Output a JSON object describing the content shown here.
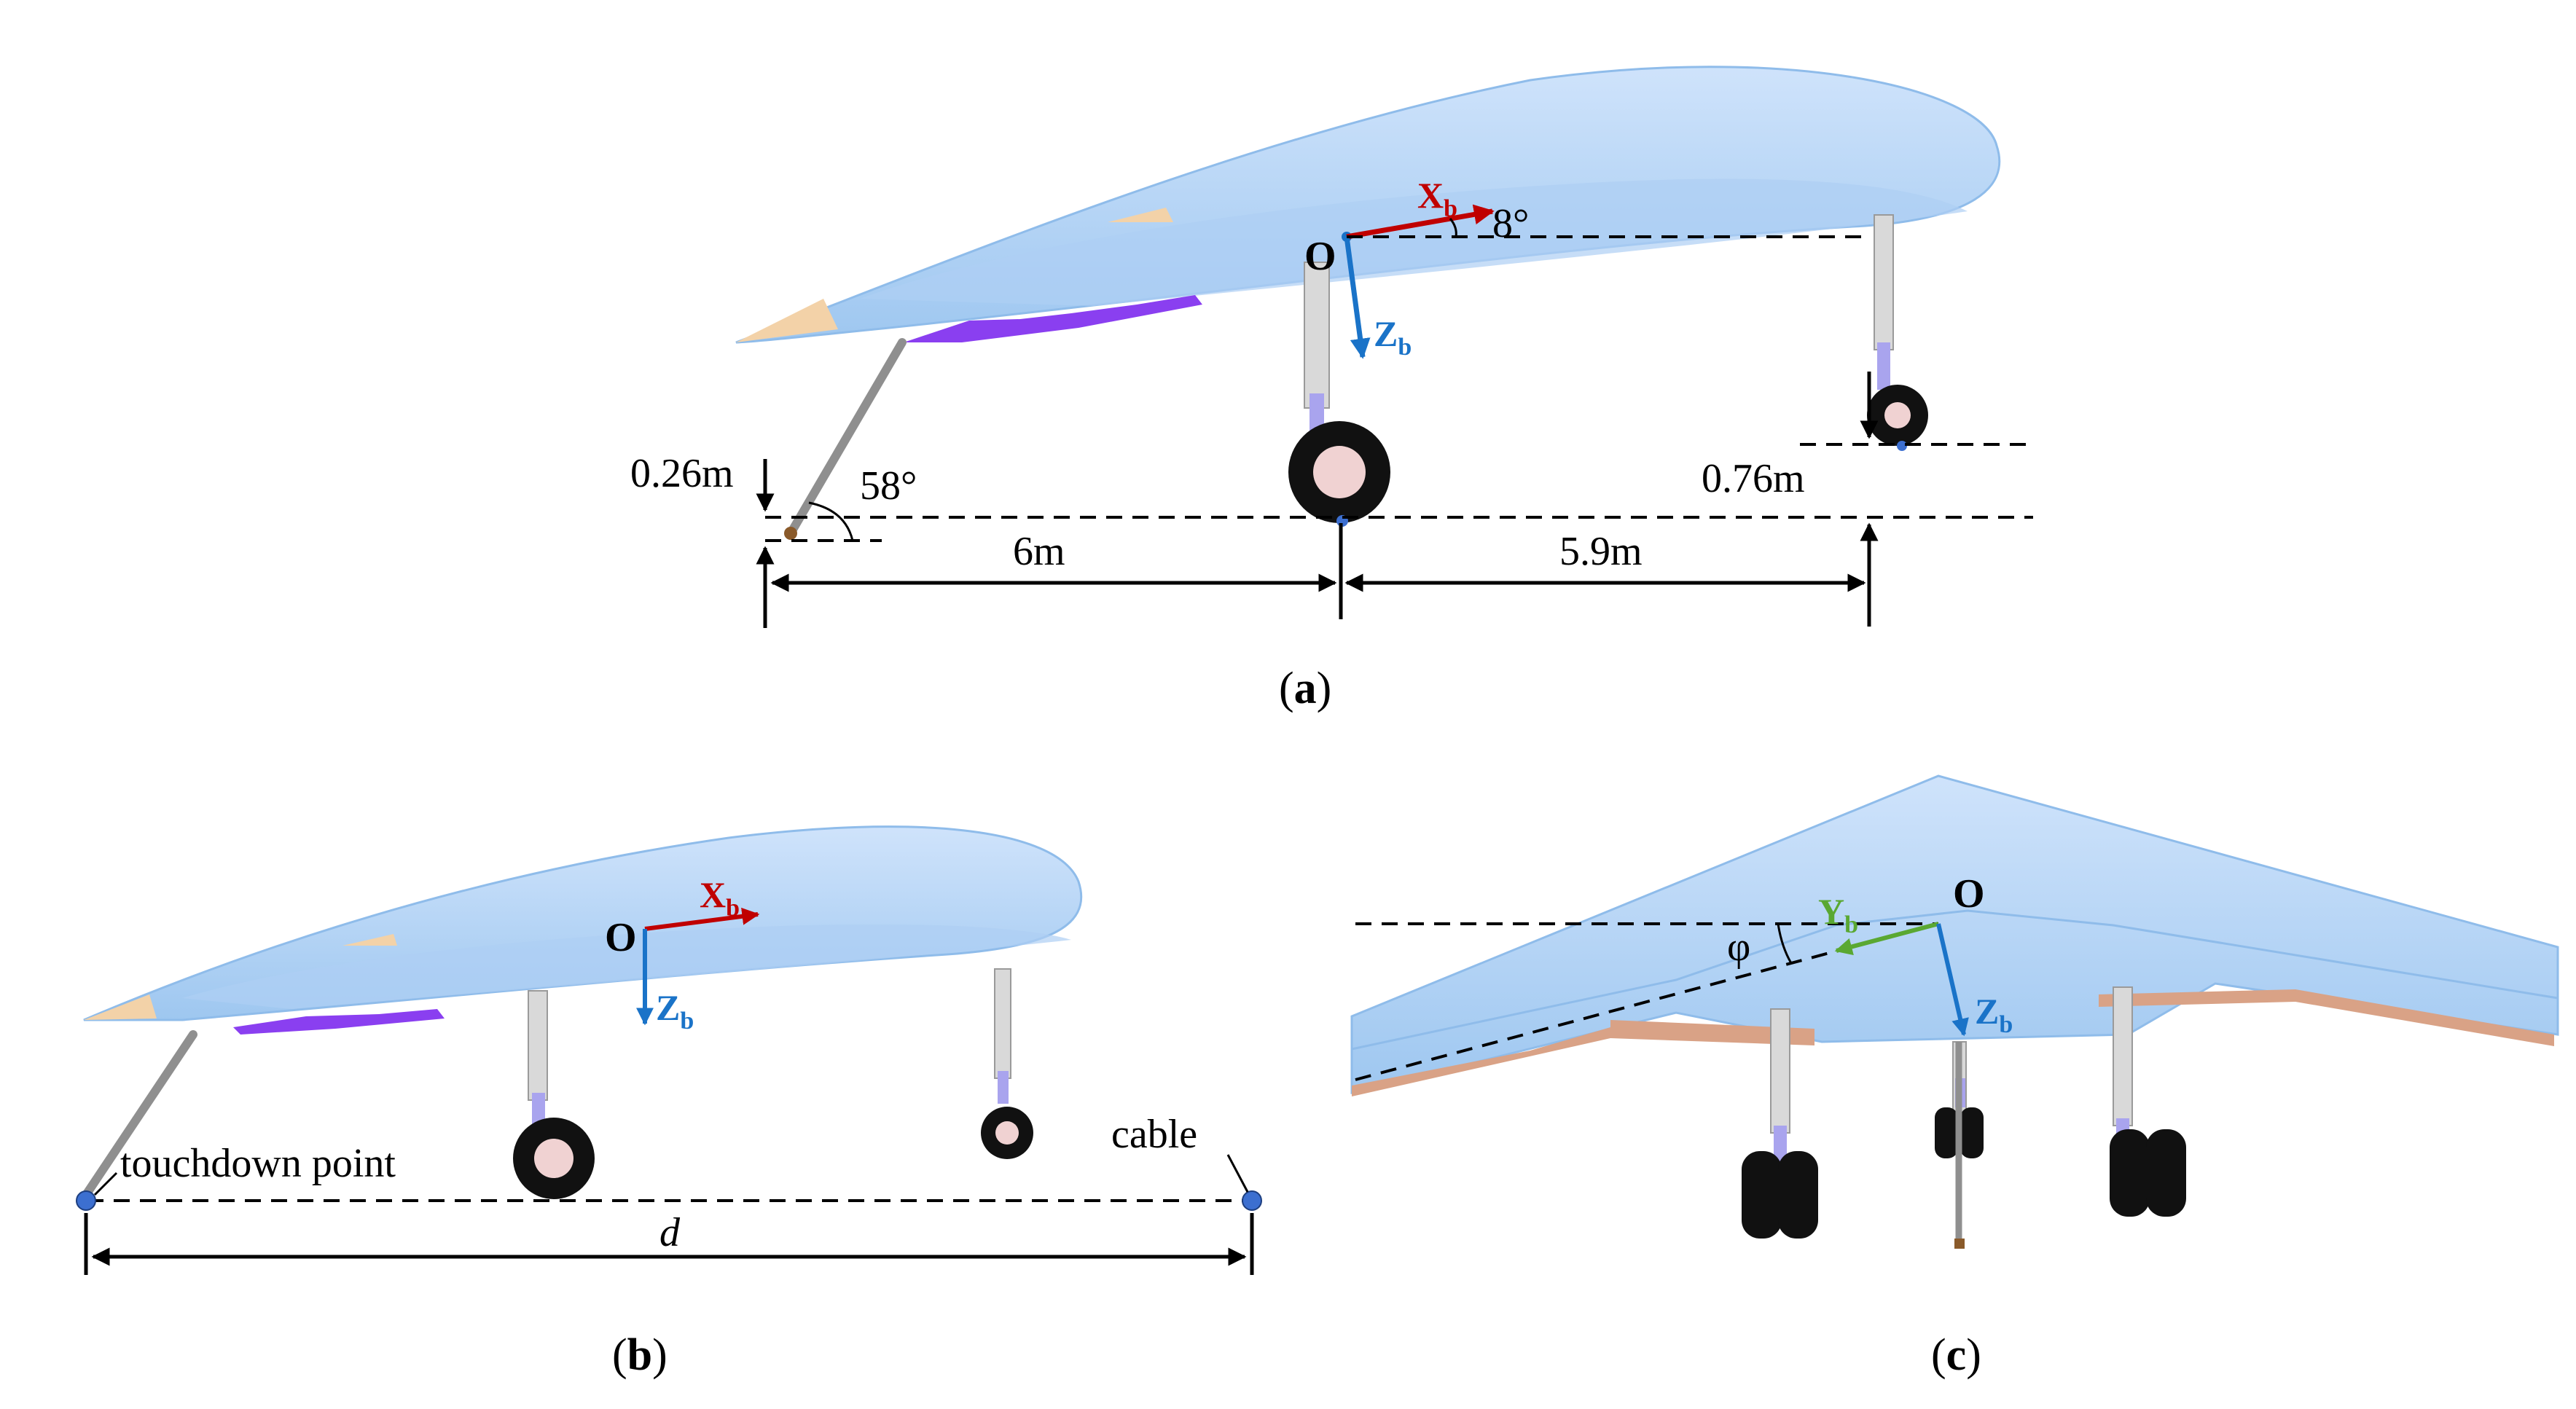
{
  "panel_a": {
    "caption_open": "(",
    "caption_letter": "a",
    "caption_close": ")",
    "origin_label": "O",
    "axis_x_label": "X",
    "axis_x_sub": "b",
    "axis_z_label": "Z",
    "axis_z_sub": "b",
    "pitch_angle": "8°",
    "tail_angle": "58°",
    "tail_height": "0.26m",
    "nose_height": "0.76m",
    "dist_tail_to_main": "6m",
    "dist_main_to_nose": "5.9m"
  },
  "panel_b": {
    "caption_open": "(",
    "caption_letter": "b",
    "caption_close": ")",
    "origin_label": "O",
    "axis_x_label": "X",
    "axis_x_sub": "b",
    "axis_z_label": "Z",
    "axis_z_sub": "b",
    "touchdown_label": "touchdown point",
    "cable_label": "cable",
    "distance_label": "d"
  },
  "panel_c": {
    "caption_open": "(",
    "caption_letter": "c",
    "caption_close": ")",
    "origin_label": "O",
    "axis_y_label": "Y",
    "axis_y_sub": "b",
    "axis_z_label": "Z",
    "axis_z_sub": "b",
    "roll_angle": "φ"
  },
  "colors": {
    "wing_body": "#b8d6f6",
    "wing_edge": "#8fbcea",
    "nose_tip": "#f3d2a8",
    "purple_parts": "#8a3ff0",
    "axis_x": "#c00000",
    "axis_z": "#1a73c8",
    "axis_y": "#5aa832",
    "tire": "#111111",
    "hub": "#f0d2d2",
    "strut": "#d9d9d9",
    "strut_lower": "#a9a4ee",
    "flap_edge": "#d9a286"
  }
}
